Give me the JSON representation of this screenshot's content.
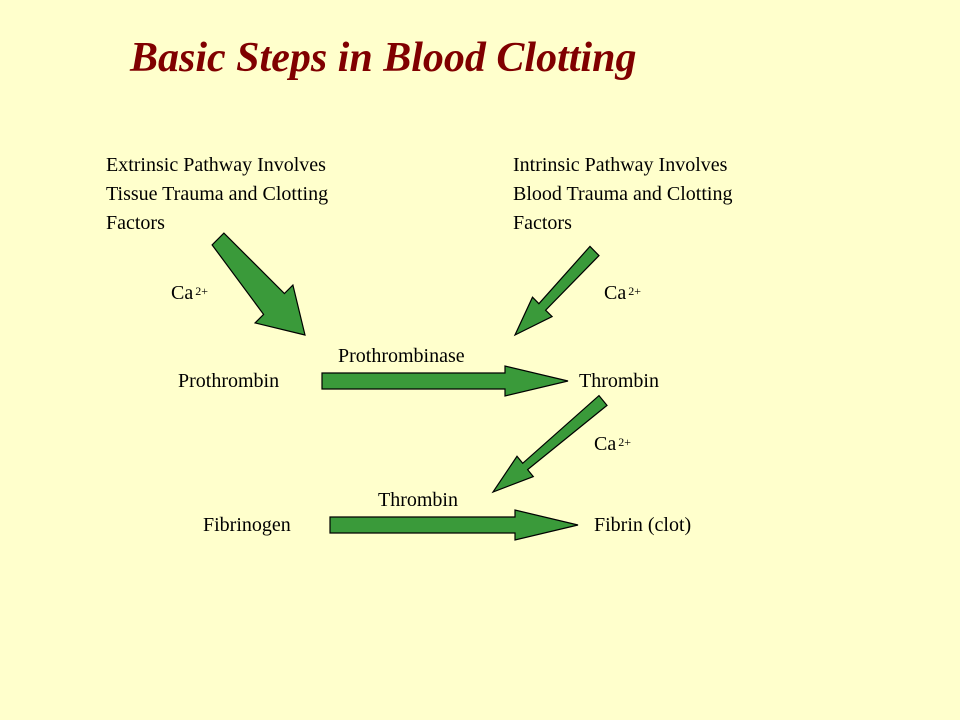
{
  "title": "Basic Steps in Blood Clotting",
  "extrinsic": {
    "lines": [
      "Extrinsic Pathway Involves",
      "Tissue Trauma and Clotting",
      "Factors"
    ]
  },
  "intrinsic": {
    "lines": [
      "Intrinsic Pathway Involves",
      "Blood Trauma and Clotting",
      "Factors"
    ]
  },
  "calcium": {
    "base": "Ca",
    "charge": "2+"
  },
  "step1": {
    "from": "Prothrombin",
    "enzyme": "Prothrombinase",
    "to": "Thrombin"
  },
  "step2": {
    "from": "Fibrinogen",
    "enzyme": "Thrombin",
    "to": "Fibrin (clot)"
  },
  "colors": {
    "background": "#FFFFCC",
    "title": "#800000",
    "arrow_fill": "#3A9A3A",
    "arrow_stroke": "#000000"
  }
}
